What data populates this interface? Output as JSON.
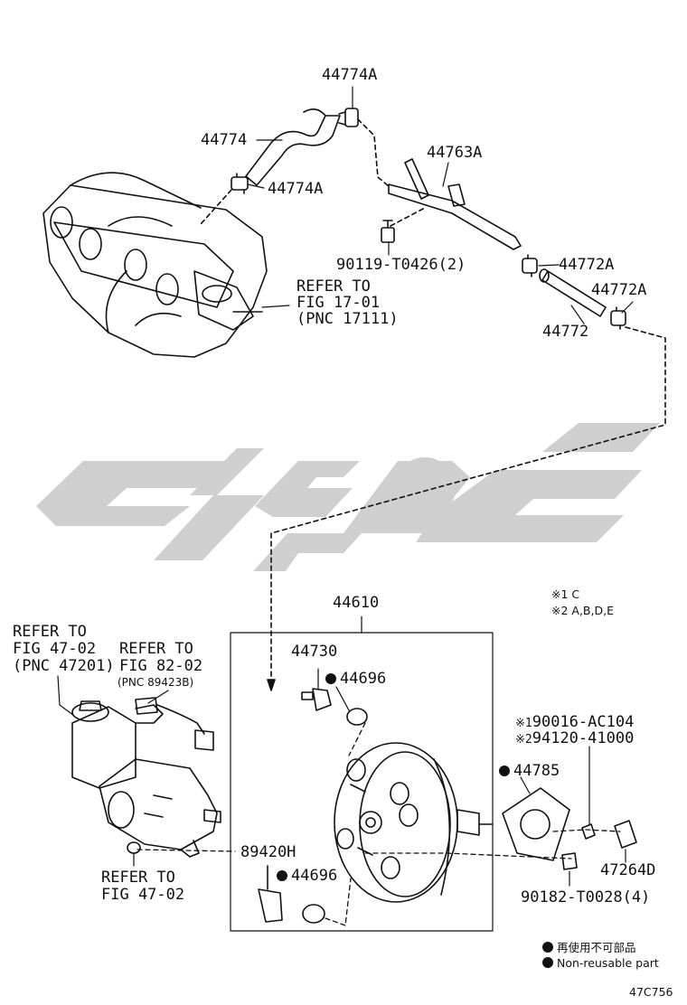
{
  "parts": {
    "p44774A_top": "44774A",
    "p44774": "44774",
    "p44774A_bot": "44774A",
    "p44763A": "44763A",
    "p90119": "90119-T0426(2)",
    "p44772A_1": "44772A",
    "p44772A_2": "44772A",
    "p44772": "44772",
    "p44610": "44610",
    "p44730": "44730",
    "p44696_top": "44696",
    "p44696_bot": "44696",
    "p89420H": "89420H",
    "p44785": "44785",
    "p90016": "90016-AC104",
    "p94120": "94120-41000",
    "p47264D": "47264D",
    "p90182": "90182-T0028(4)"
  },
  "refs": {
    "fig17": [
      "REFER TO",
      "FIG 17-01",
      "(PNC 17111)"
    ],
    "fig47_top": [
      "REFER TO",
      "FIG 47-02",
      "(PNC 47201)"
    ],
    "fig82": [
      "REFER TO",
      "FIG 82-02",
      "(PNC 89423B)"
    ],
    "fig47_bot": [
      "REFER TO",
      "FIG 47-02"
    ]
  },
  "markers": {
    "m1": "※1",
    "m2": "※2",
    "legend_m1": "※1 C",
    "legend_m2": "※2 A,B,D,E"
  },
  "legend": {
    "cn": "再使用不可部品",
    "en": "Non-reusable part"
  },
  "figure_code": "47C756",
  "colors": {
    "line": "#111111",
    "watermark": "#cfcfcf"
  }
}
